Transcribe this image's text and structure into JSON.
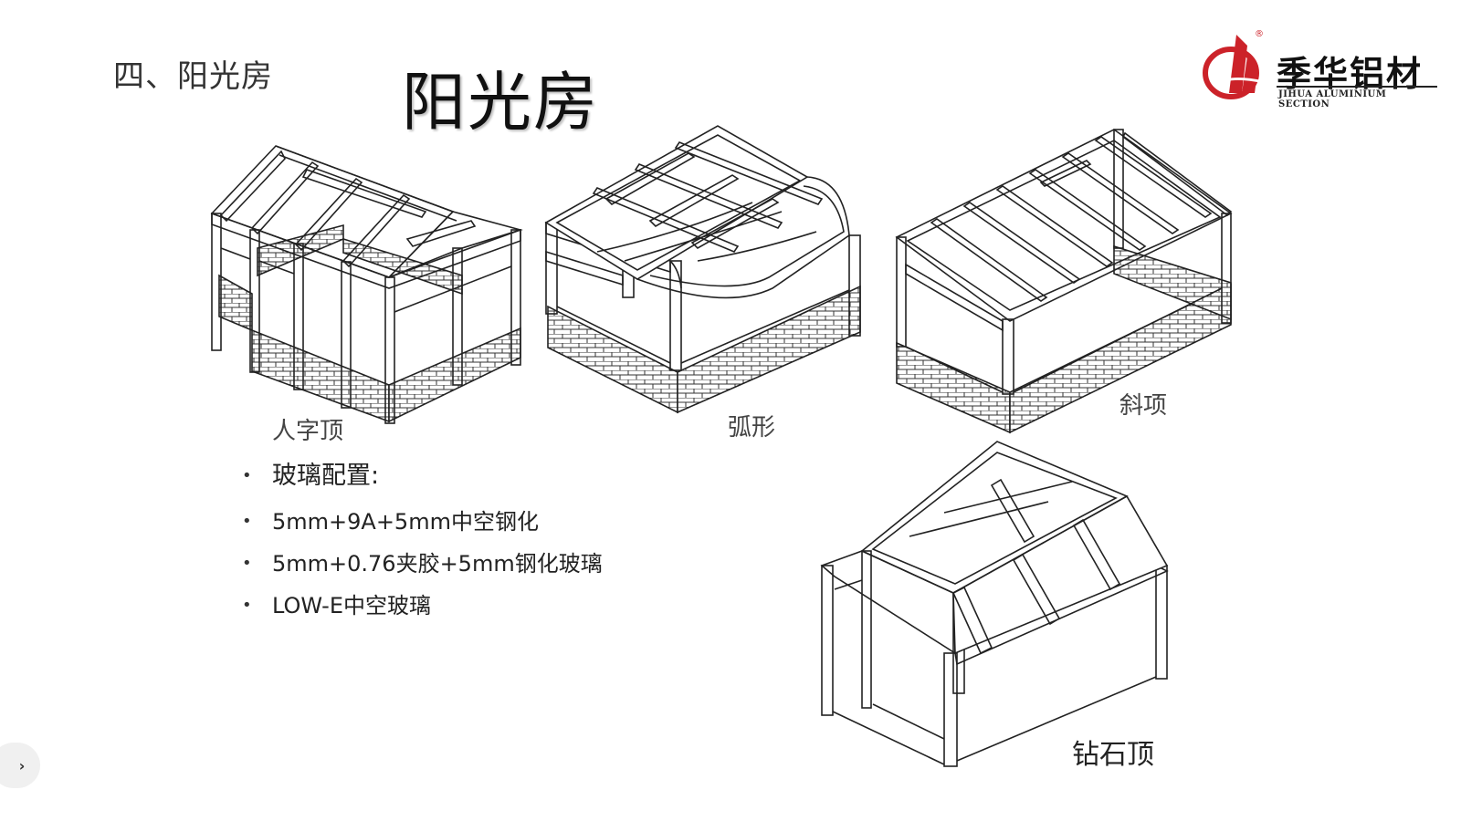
{
  "slide": {
    "section_title": "四、阳光房",
    "main_title": "阳光房"
  },
  "logo": {
    "brand_cn": "季华铝材",
    "brand_en": "JIHUA ALUMINIUM SECTION",
    "registered_mark": "®",
    "accent_color": "#cc2229"
  },
  "drawings": [
    {
      "caption": "人字顶",
      "icon": "gable-roof-sunroom-drawing"
    },
    {
      "caption": "弧形",
      "icon": "arched-roof-sunroom-drawing"
    },
    {
      "caption": "斜项",
      "icon": "sloped-roof-sunroom-drawing"
    },
    {
      "caption": "钻石顶",
      "icon": "diamond-roof-sunroom-drawing"
    }
  ],
  "glass_config": {
    "heading": "玻璃配置:",
    "items": [
      "5mm+9A+5mm中空钢化",
      "5mm+0.76夹胶+5mm钢化玻璃",
      "LOW-E中空玻璃"
    ],
    "bullet": "•"
  },
  "nav": {
    "next_icon": "chevron-right-icon",
    "glyph": "›"
  }
}
